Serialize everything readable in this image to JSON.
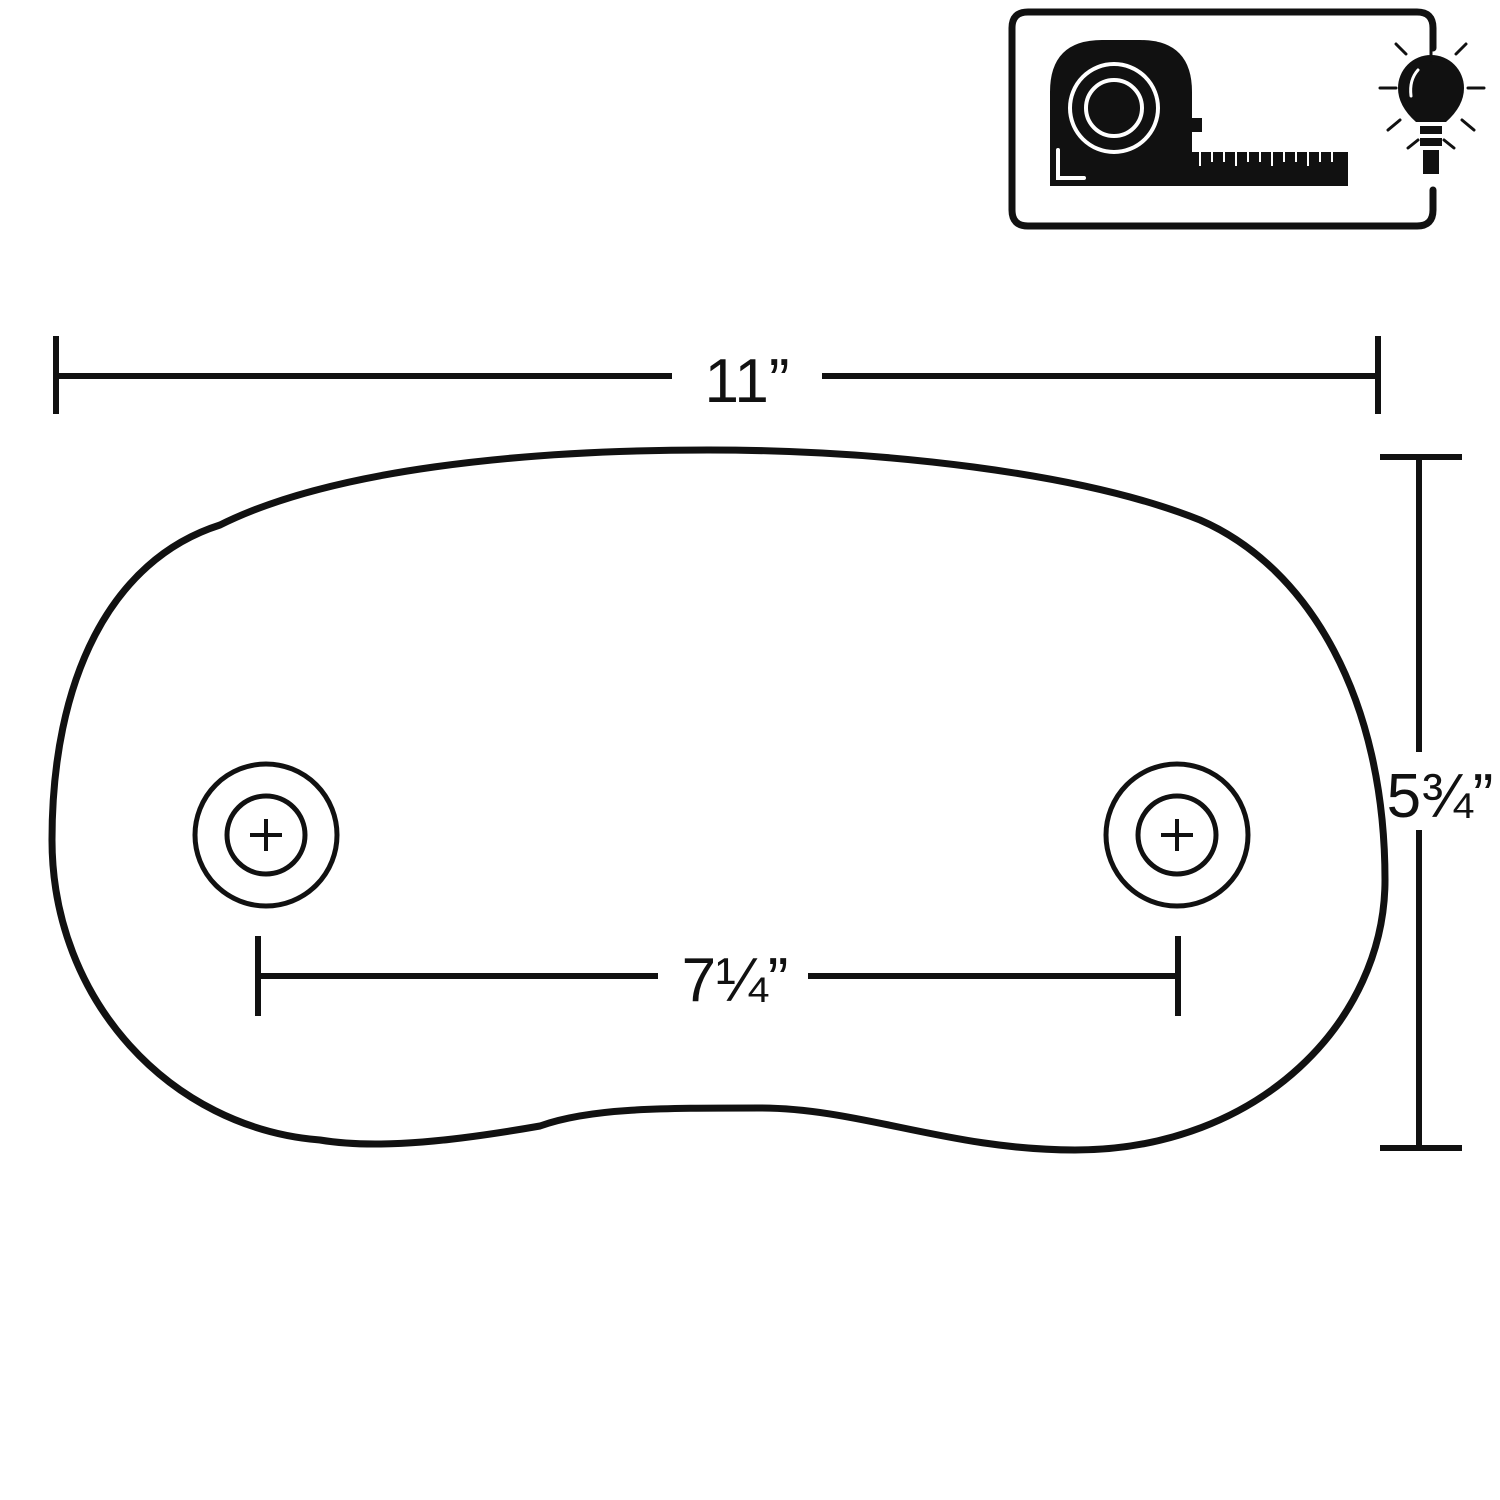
{
  "dimensions": {
    "overall_width": "11”",
    "overall_height": "5¾”",
    "hole_spacing": "7¼”"
  },
  "icons": {
    "badge": "tape-measure-icon",
    "tip": "light-bulb-icon"
  },
  "colors": {
    "line": "#111111",
    "background": "#ffffff"
  }
}
